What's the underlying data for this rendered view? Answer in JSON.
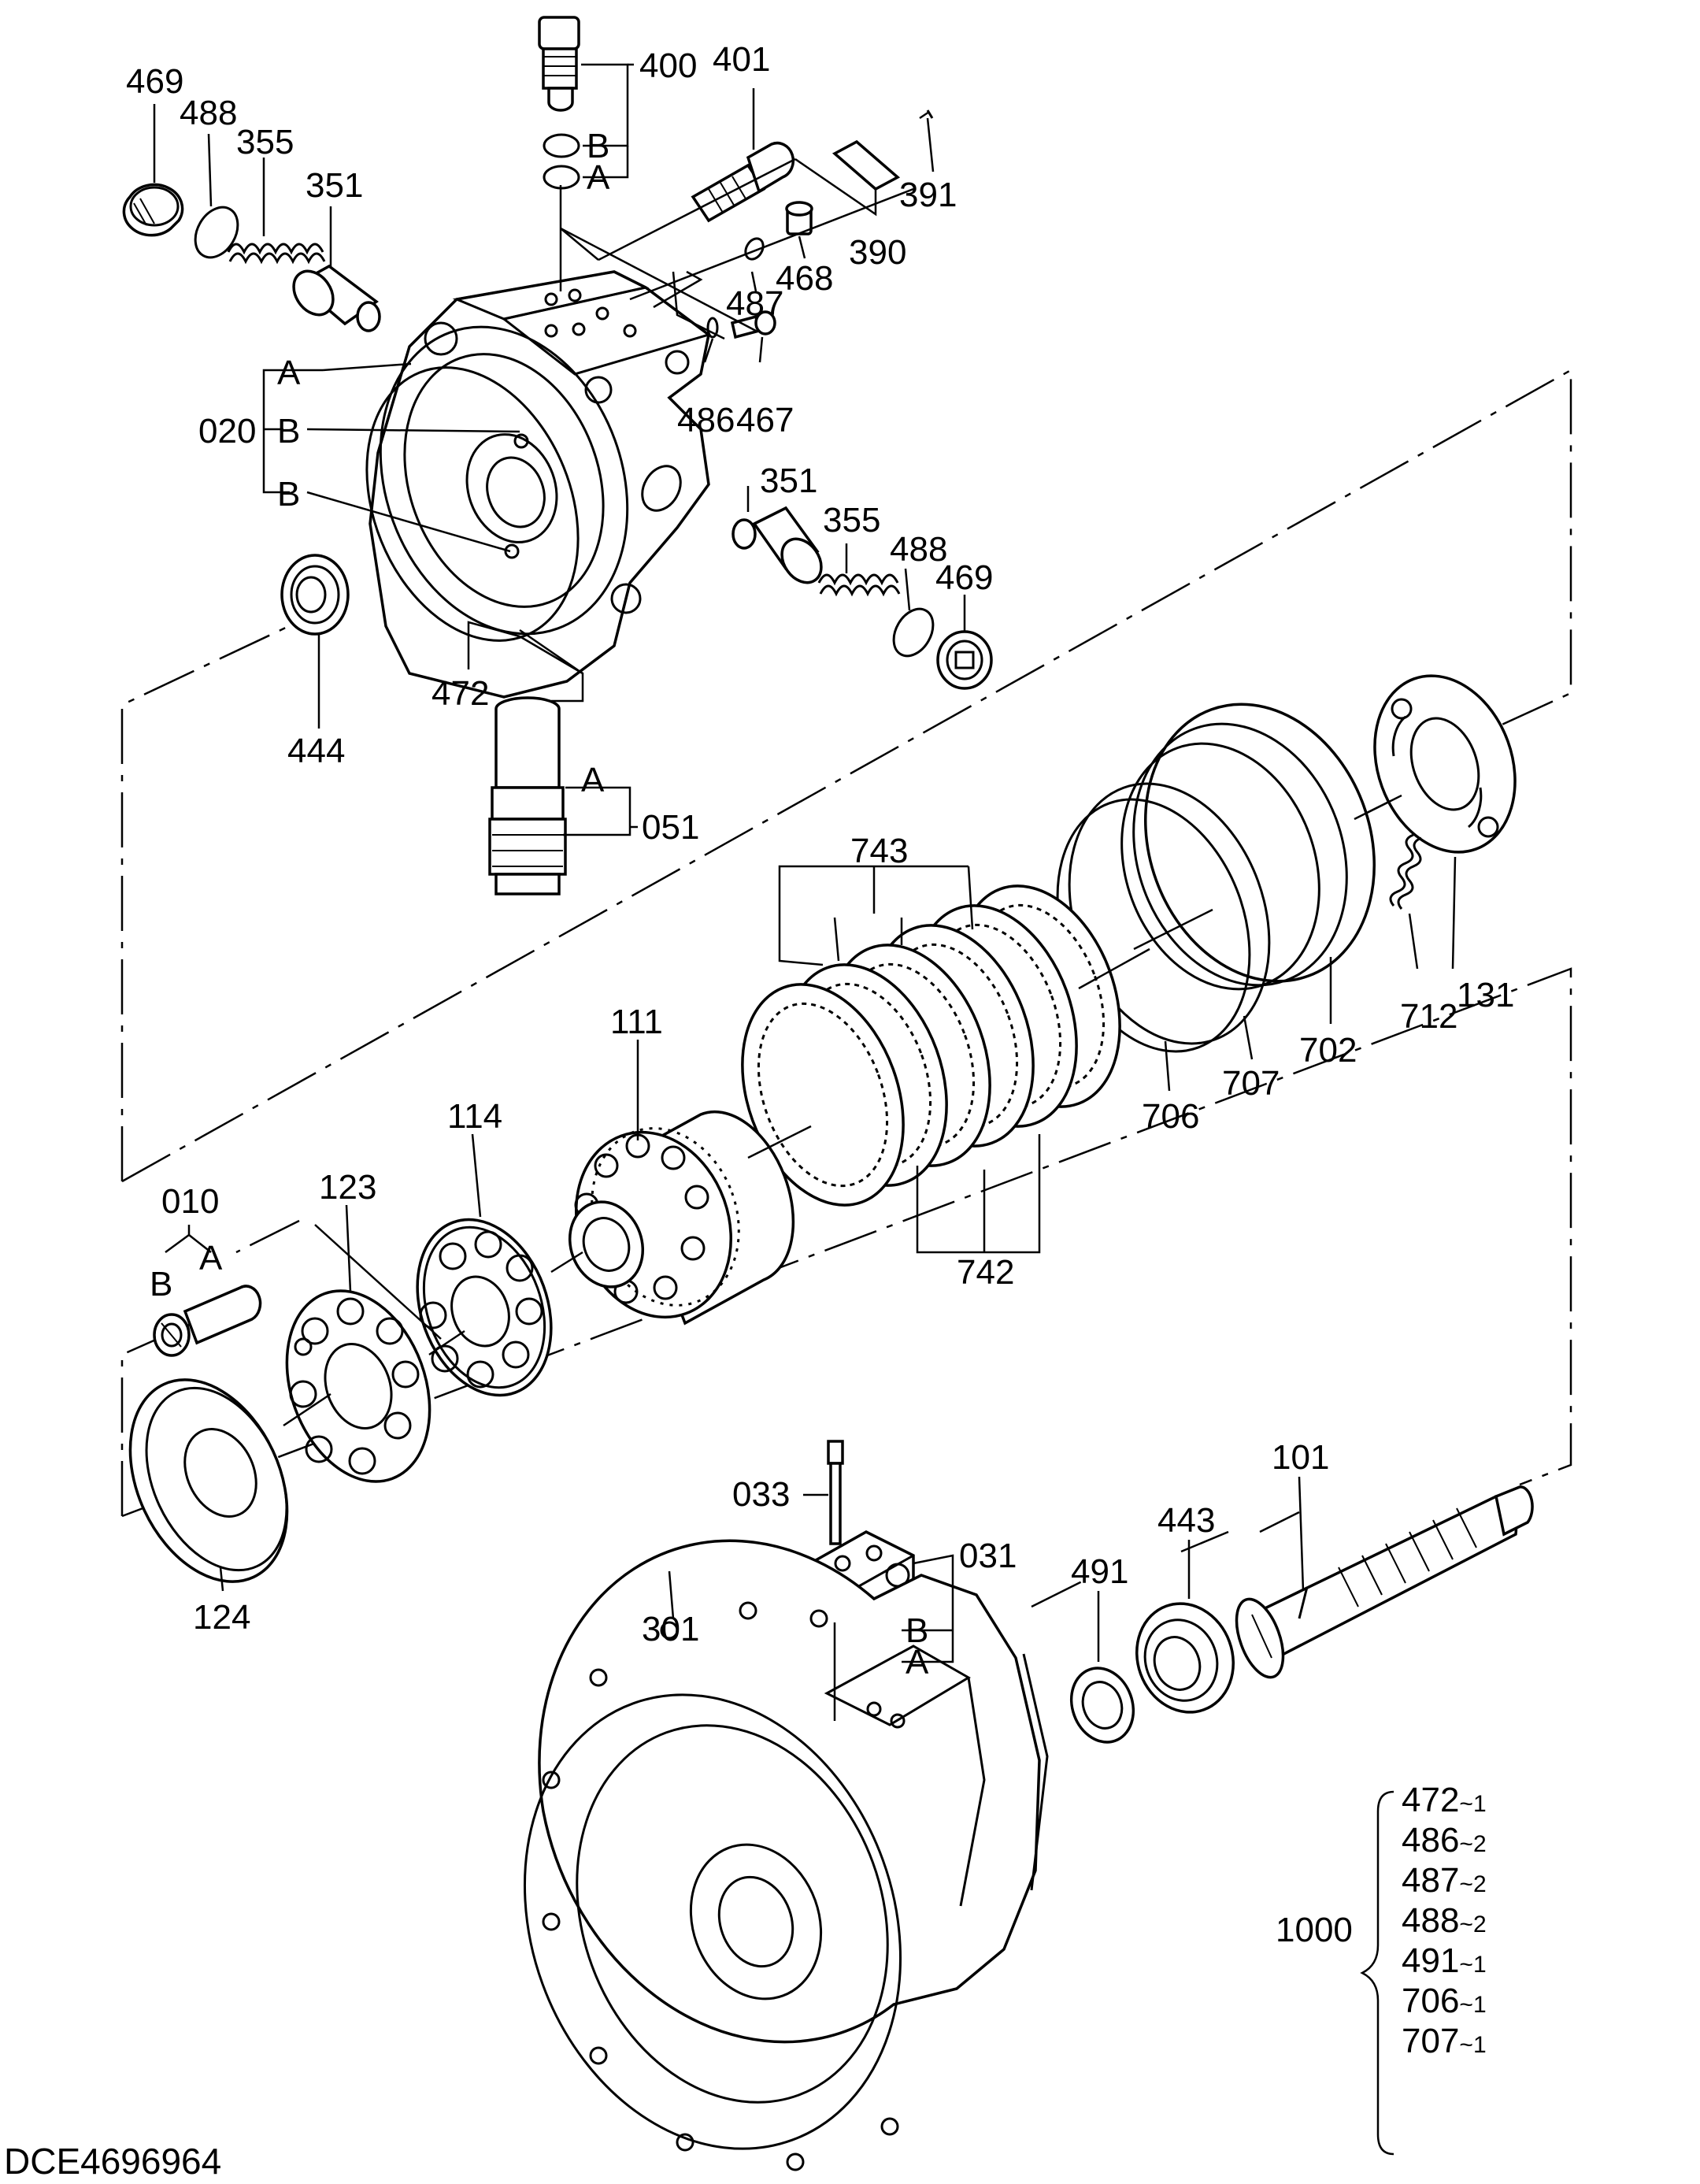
{
  "diagram_code": "DCE4696964",
  "labels": {
    "p469_top": "469",
    "p488_top": "488",
    "p355_top": "355",
    "p351_top": "351",
    "p400": "400",
    "p401": "401",
    "p391": "391",
    "p390": "390",
    "p468": "468",
    "p487": "487",
    "p486": "486",
    "p467": "467",
    "p020": "020",
    "p351_mid": "351",
    "p355_mid": "355",
    "p488_mid": "488",
    "p469_mid": "469",
    "p472": "472",
    "p444": "444",
    "p051": "051",
    "p743": "743",
    "p131": "131",
    "p712": "712",
    "p702": "702",
    "p707": "707",
    "p706": "706",
    "p742": "742",
    "p111": "111",
    "p114": "114",
    "p123": "123",
    "p010": "010",
    "p124": "124",
    "p033": "033",
    "p031": "031",
    "p101": "101",
    "p443": "443",
    "p491": "491",
    "p301": "301",
    "p1000": "1000"
  },
  "letters": {
    "a400": "A",
    "b400": "B",
    "a020": "A",
    "b020a": "B",
    "b020b": "B",
    "a051": "A",
    "a010": "A",
    "b010": "B",
    "a031": "A",
    "b031": "B"
  },
  "kit_1000": [
    {
      "part": "472",
      "qty": "1"
    },
    {
      "part": "486",
      "qty": "2"
    },
    {
      "part": "487",
      "qty": "2"
    },
    {
      "part": "488",
      "qty": "2"
    },
    {
      "part": "491",
      "qty": "1"
    },
    {
      "part": "706",
      "qty": "1"
    },
    {
      "part": "707",
      "qty": "1"
    }
  ],
  "kit_separator": "~"
}
